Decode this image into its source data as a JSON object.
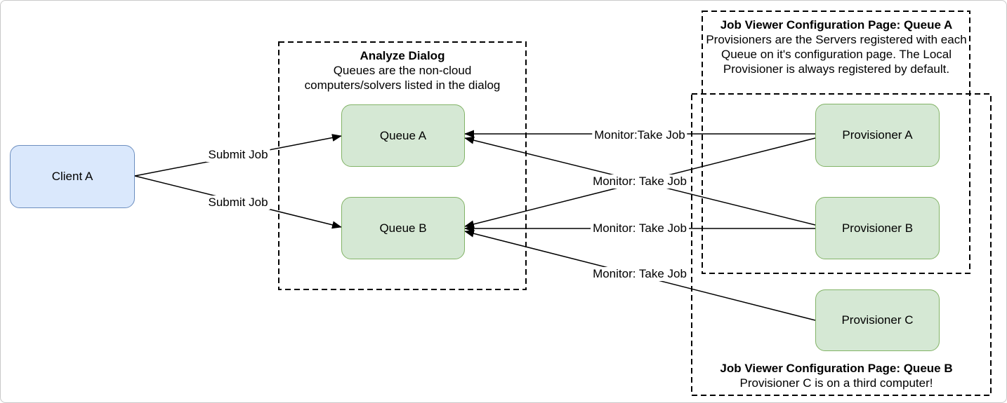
{
  "diagram": {
    "nodes": {
      "client_a": {
        "label": "Client A"
      },
      "queue_a": {
        "label": "Queue A"
      },
      "queue_b": {
        "label": "Queue B"
      },
      "provisioner_a": {
        "label": "Provisioner A"
      },
      "provisioner_b": {
        "label": "Provisioner B"
      },
      "provisioner_c": {
        "label": "Provisioner C"
      }
    },
    "groups": {
      "analyze_dialog": {
        "title": "Analyze Dialog",
        "description": "Queues are the non-cloud computers/solvers listed in the dialog"
      },
      "queue_a_config": {
        "title": "Job Viewer Configuration Page: Queue A",
        "description": "Provisioners are the Servers registered with each Queue on it's configuration page. The Local Provisioner is always registered by default."
      },
      "queue_b_config": {
        "title": "Job Viewer Configuration Page: Queue B",
        "description": "Provisioner C is on a third computer!"
      }
    },
    "edge_labels": {
      "submit_job_to_queue_a": "Submit Job",
      "submit_job_to_queue_b": "Submit Job",
      "monitor_provisioner_a_queue_a": "Monitor:Take Job",
      "monitor_crossing": "Monitor: Take Job",
      "monitor_provisioner_b_queue_b": "Monitor: Take Job",
      "monitor_provisioner_c_queue_b": "Monitor: Take Job"
    },
    "colors": {
      "client_fill": "#dae8fc",
      "client_stroke": "#6c8ebf",
      "node_fill": "#d5e8d4",
      "node_stroke": "#82b366",
      "line": "#000000",
      "dashed_border": "#000000",
      "canvas_border": "#c9c9c9"
    }
  }
}
